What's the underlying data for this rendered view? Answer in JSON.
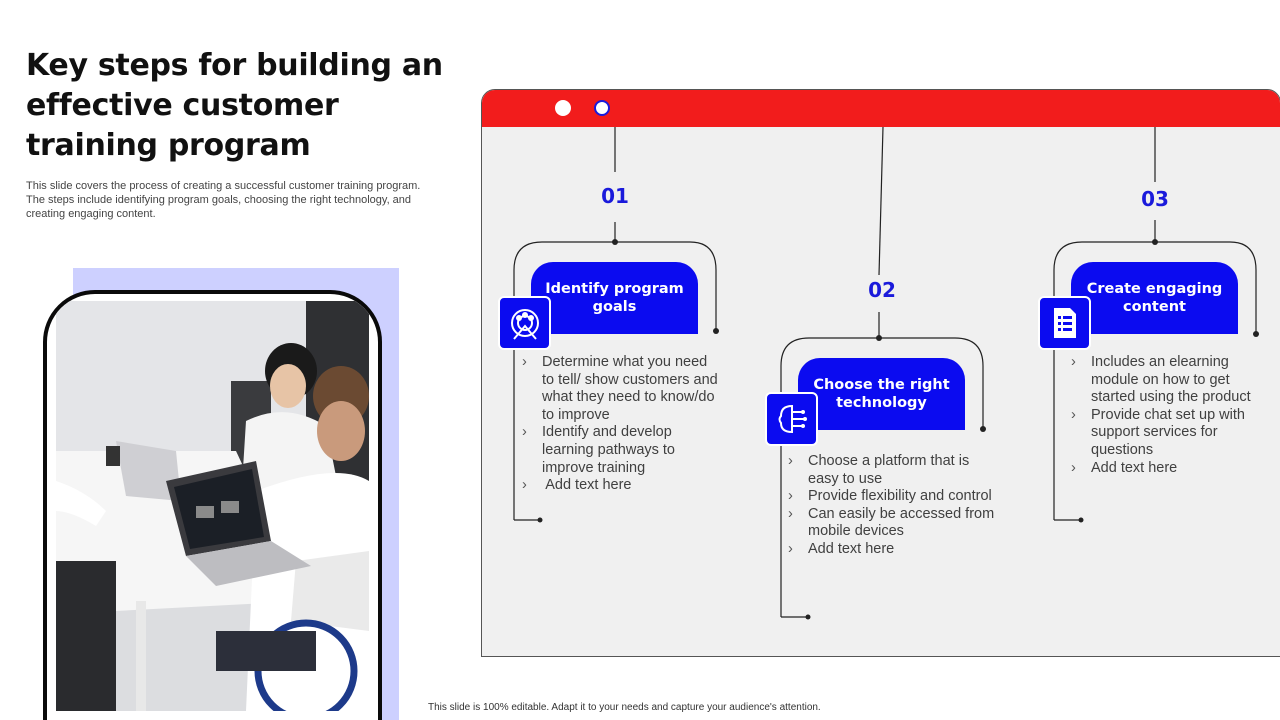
{
  "title": "Key steps for building an effective customer training program",
  "subtitle": "This slide covers the process of creating a successful customer training program. The steps include identifying program goals, choosing the right technology, and creating engaging content.",
  "photo": {
    "icon": "people-meeting-photo"
  },
  "steps": [
    {
      "number": "01",
      "title": "Identify program goals",
      "icon": "target-people-icon",
      "bullets": [
        "Determine what you need to tell/ show customers and what they need to know/do to improve",
        "Identify and develop learning pathways to improve training",
        " Add text here"
      ]
    },
    {
      "number": "02",
      "title": "Choose the right technology",
      "icon": "brain-circuit-icon",
      "bullets": [
        "Choose a platform that is easy to use",
        "Provide flexibility and control",
        "Can easily be accessed from mobile devices",
        "Add text here"
      ]
    },
    {
      "number": "03",
      "title": "Create engaging content",
      "icon": "document-checklist-icon",
      "bullets": [
        "Includes an elearning module on how to get started using the product",
        "Provide chat set up with support services for questions",
        "Add text here"
      ]
    }
  ],
  "bullet_marker": "›",
  "footer": "This slide is 100% editable. Adapt it to your needs and capture your audience's attention.",
  "colors": {
    "accent_blue": "#0b0bf0",
    "accent_red": "#f21c1c",
    "photo_bg": "#cdd0ff",
    "panel_bg": "#f0f0f0"
  }
}
